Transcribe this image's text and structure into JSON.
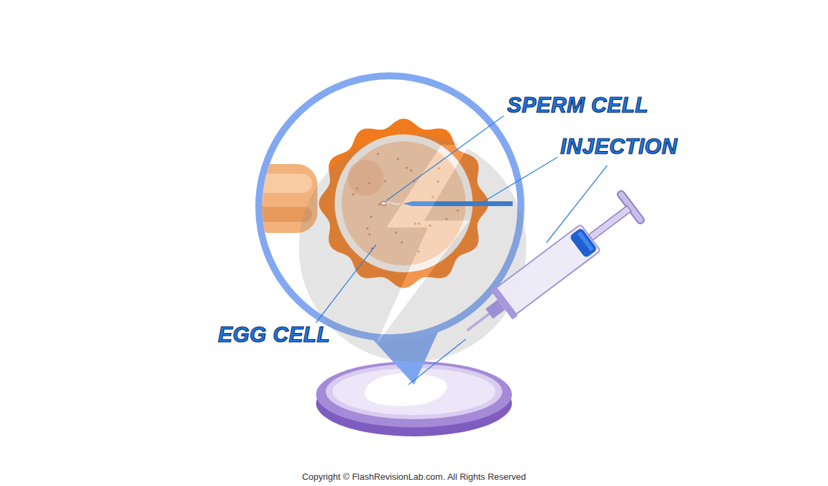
{
  "diagram": {
    "labels": [
      "SPERM CELL",
      "INJECTION",
      "EGG CELL",
      "Copyright © FlashRevisionLab.com. All Rights Reserved"
    ]
  }
}
